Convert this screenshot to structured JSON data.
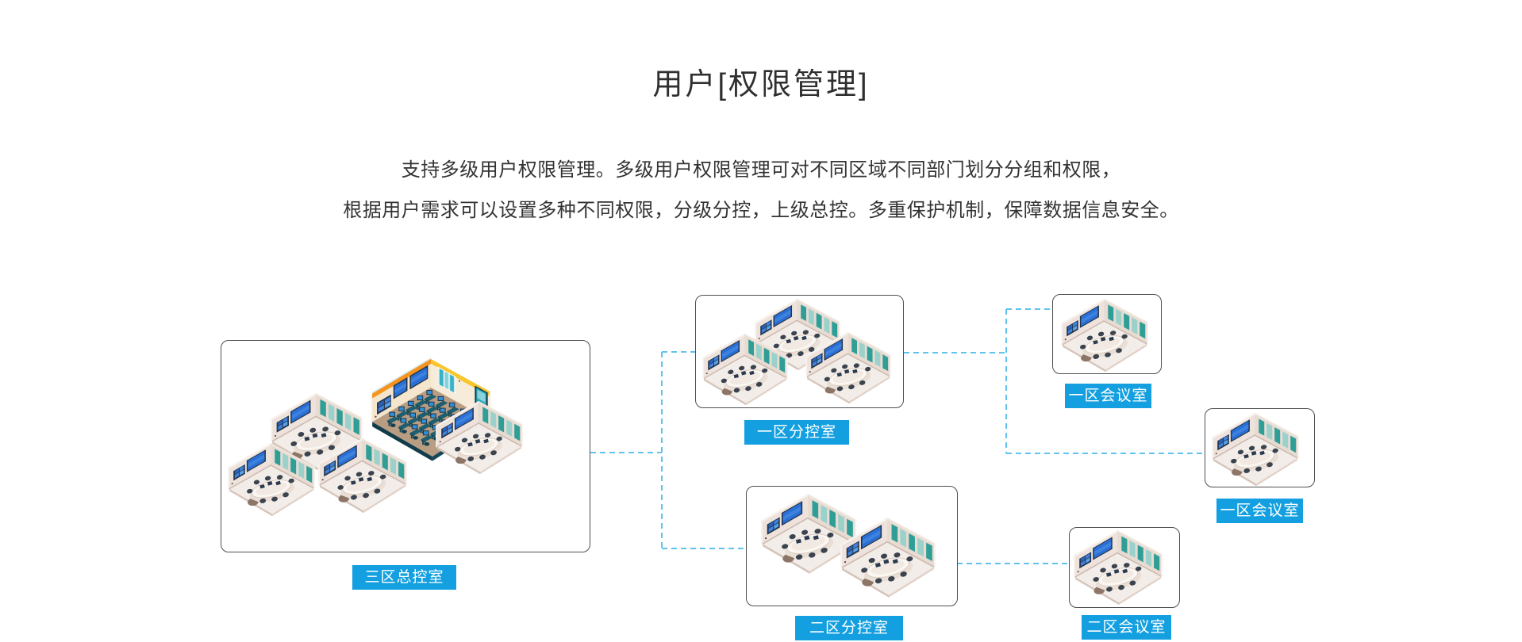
{
  "header": {
    "title": "用户[权限管理]"
  },
  "description": {
    "line1": "支持多级用户权限管理。多级用户权限管理可对不同区域不同部门划分分组和权限，",
    "line2": "根据用户需求可以设置多种不同权限，分级分控，上级总控。多重保护机制，保障数据信息安全。"
  },
  "colors": {
    "label_bg": "#14a0e0",
    "label_text": "#ffffff",
    "connector": "#5fc3ee",
    "box_border": "#4f4f4f",
    "heading_text": "#2f2f2f",
    "body_text": "#333333"
  },
  "diagram": {
    "nodes": [
      {
        "id": "zone3-master",
        "label": "三区总控室",
        "meeting_rooms": 4,
        "control_rooms": 1
      },
      {
        "id": "zone1-sub",
        "label": "一区分控室",
        "meeting_rooms": 3,
        "control_rooms": 0
      },
      {
        "id": "zone2-sub",
        "label": "二区分控室",
        "meeting_rooms": 2,
        "control_rooms": 0
      },
      {
        "id": "zone1-meeting-a",
        "label": "一区会议室",
        "meeting_rooms": 1,
        "control_rooms": 0
      },
      {
        "id": "zone1-meeting-b",
        "label": "一区会议室",
        "meeting_rooms": 1,
        "control_rooms": 0
      },
      {
        "id": "zone2-meeting",
        "label": "二区会议室",
        "meeting_rooms": 1,
        "control_rooms": 0
      }
    ]
  }
}
